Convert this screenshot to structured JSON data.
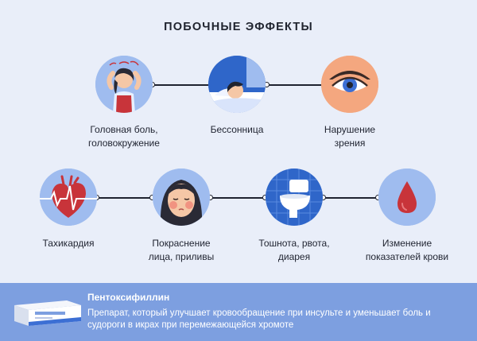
{
  "title": "ПОБОЧНЫЕ ЭФФЕКТЫ",
  "effects_row1": [
    {
      "label": "Головная боль,\nголовокружение",
      "icon": "headache-icon"
    },
    {
      "label": "Бессонница",
      "icon": "insomnia-icon"
    },
    {
      "label": "Нарушение\nзрения",
      "icon": "eye-icon"
    }
  ],
  "effects_row2": [
    {
      "label": "Тахикардия",
      "icon": "heart-icon"
    },
    {
      "label": "Покраснение\nлица, приливы",
      "icon": "flushed-face-icon"
    },
    {
      "label": "Тошнота, рвота,\nдиарея",
      "icon": "toilet-icon"
    },
    {
      "label": "Изменение\nпоказателей крови",
      "icon": "blood-drop-icon"
    }
  ],
  "drug": {
    "name": "Пентоксифиллин",
    "description": "Препарат, который улучшает кровообращение при инсульте и уменьшает боль и судороги в икрах при перемежающейся хромоте"
  },
  "colors": {
    "background": "#e9eef9",
    "circle_blue": "#9fbcef",
    "circle_orange": "#f4a77f",
    "footer": "#7d9fe0"
  }
}
